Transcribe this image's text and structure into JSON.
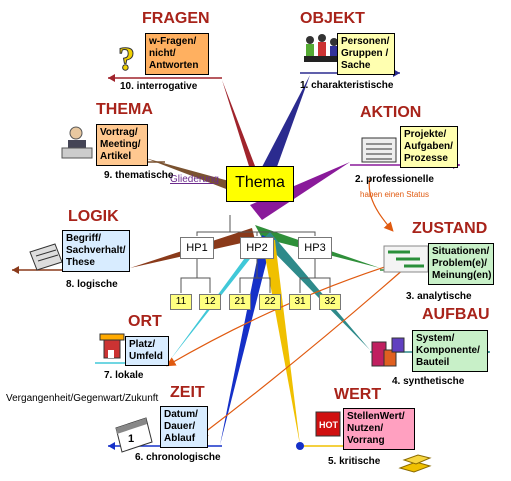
{
  "center": {
    "label": "Thema",
    "link": "Gliederung"
  },
  "outline": {
    "main_points": [
      "HP1",
      "HP2",
      "HP3"
    ],
    "sub_points": [
      "11",
      "12",
      "21",
      "22",
      "31",
      "32"
    ]
  },
  "relation_label": "haben einen Status",
  "time_label": "Vergangenheit/Gegenwart/Zukunft",
  "colors": {
    "heading": "#a8231a",
    "fragen": "#a0242c",
    "objekt": "#2b2b8f",
    "thema": "#7a5230",
    "aktion": "#8a1a9a",
    "logik": "#8a3a1a",
    "zustand": "#2f8f3a",
    "aufbau": "#2e8a8a",
    "wert": "#f0c000",
    "zeit": "#1530c8",
    "ort": "#40c8d8",
    "relation": "#e05a10"
  },
  "categories": [
    {
      "id": "fragen",
      "heading": "FRAGEN",
      "box": [
        "w-Fragen/",
        "nicht/",
        "Antworten"
      ],
      "footer": "10. interrogative",
      "box_color": "#ffb060",
      "icon": "question-mark-icon"
    },
    {
      "id": "objekt",
      "heading": "OBJEKT",
      "box": [
        "Personen/",
        "Gruppen /",
        "Sache"
      ],
      "footer": "1. charakteristische",
      "box_color": "#ffffb0",
      "icon": "people-group-icon"
    },
    {
      "id": "thema",
      "heading": "THEMA",
      "box": [
        "Vortrag/",
        "Meeting/",
        "Artikel"
      ],
      "footer": "9. thematische",
      "box_color": "#ffc890",
      "icon": "presenter-icon"
    },
    {
      "id": "aktion",
      "heading": "AKTION",
      "box": [
        "Projekte/",
        "Aufgaben/",
        "Prozesse"
      ],
      "footer": "2. professionelle",
      "box_color": "#ffffb0",
      "icon": "clipboard-icon"
    },
    {
      "id": "logik",
      "heading": "LOGIK",
      "box": [
        "Begriff/",
        "Sachverhalt/",
        "These"
      ],
      "footer": "8. logische",
      "box_color": "#d8ecff",
      "icon": "calculator-icon"
    },
    {
      "id": "zustand",
      "heading": "ZUSTAND",
      "box": [
        "Situationen/",
        "Problem(e)/",
        "Meinung(en)"
      ],
      "footer": "3. analytische",
      "box_color": "#c8f0c8",
      "icon": "gantt-chart-icon"
    },
    {
      "id": "ort",
      "heading": "ORT",
      "box": [
        "Platz/",
        "Umfeld"
      ],
      "footer": "7. lokale",
      "box_color": "#d8ecff",
      "icon": "hotel-icon"
    },
    {
      "id": "aufbau",
      "heading": "AUFBAU",
      "box": [
        "System/",
        "Komponente/",
        "Bauteil"
      ],
      "footer": "4. synthetische",
      "box_color": "#c8f0c8",
      "icon": "building-blocks-icon"
    },
    {
      "id": "zeit",
      "heading": "ZEIT",
      "box": [
        "Datum/",
        "Dauer/",
        "Ablauf"
      ],
      "footer": "6. chronologische",
      "box_color": "#d8ecff",
      "icon": "calendar-icon"
    },
    {
      "id": "wert",
      "heading": "WERT",
      "box": [
        "StellenWert/",
        "Nutzen/",
        "Vorrang"
      ],
      "footer": "5. kritische",
      "box_color": "#ffa0c0",
      "icon": "hot-sign-icon"
    }
  ]
}
